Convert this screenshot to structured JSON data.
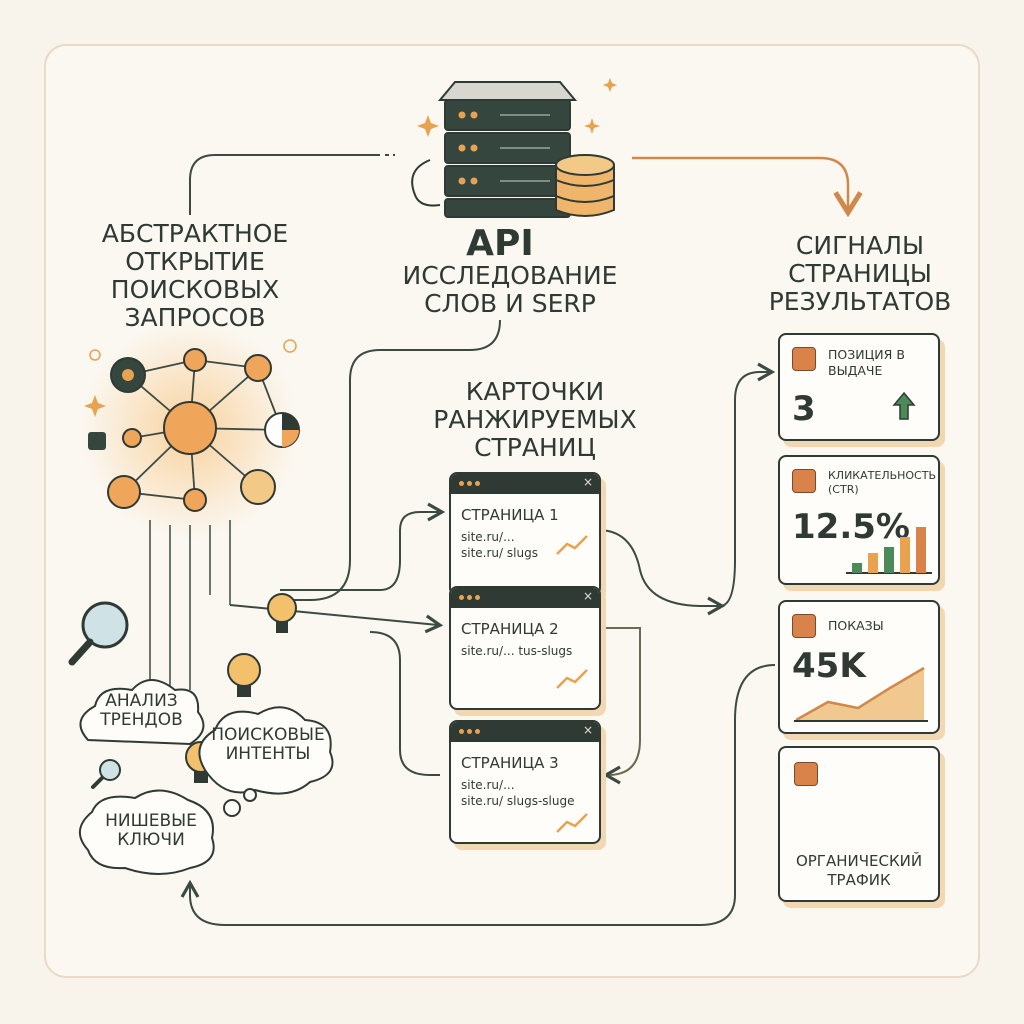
{
  "headings": {
    "discovery": "Абстрактное открытие поисковых запросов",
    "api_title": "API",
    "api_sub": "Исследование слов и SERP",
    "cards": "Карточки ранжируемых страниц",
    "signals": "Сигналы страницы результатов"
  },
  "bubbles": [
    {
      "label": "Анализ трендов"
    },
    {
      "label": "Поисковые интенты"
    },
    {
      "label": "Нишевые ключи"
    }
  ],
  "page_cards": [
    {
      "title": "Страница 1",
      "url1": "site.ru/...",
      "url2": "site.ru/ slugs"
    },
    {
      "title": "Страница 2",
      "url1": "site.ru/... tus-slugs",
      "url2": ""
    },
    {
      "title": "Страница 3",
      "url1": "site.ru/...",
      "url2": "site.ru/ slugs-sluge"
    }
  ],
  "signals": {
    "position": {
      "name": "Позиция в выдаче",
      "value": "3"
    },
    "ctr": {
      "name": "Кликательность (CTR)",
      "value": "12.5%"
    },
    "impressions": {
      "name": "Показы",
      "value": "45K"
    },
    "traffic": {
      "name": "Органический трафик"
    }
  },
  "colors": {
    "ink": "#2f3a35",
    "accent": "#e9a24f",
    "shadow": "#f1d7b2",
    "green": "#4d8a5a"
  }
}
